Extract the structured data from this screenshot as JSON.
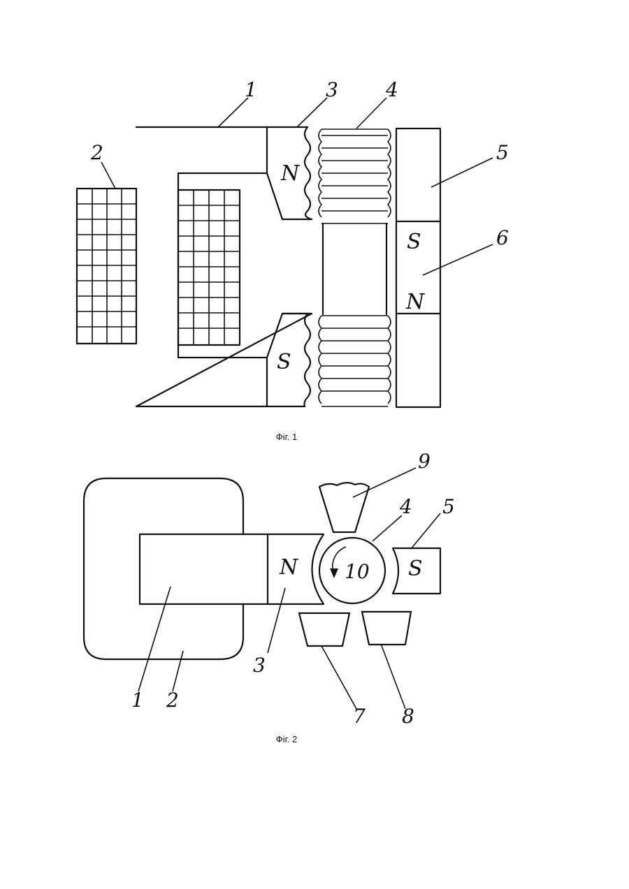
{
  "figures": [
    {
      "caption": "Фіг. 1",
      "labels": [
        "1",
        "2",
        "3",
        "4",
        "5",
        "6"
      ],
      "poles": [
        "N",
        "S",
        "S",
        "N"
      ]
    },
    {
      "caption": "Фіг. 2",
      "labels": [
        "9",
        "4",
        "5",
        "10",
        "3",
        "1",
        "2",
        "7",
        "8"
      ],
      "poles": [
        "N",
        "S"
      ]
    }
  ],
  "colors": {
    "ink": "#111111",
    "paper": "#ffffff"
  }
}
